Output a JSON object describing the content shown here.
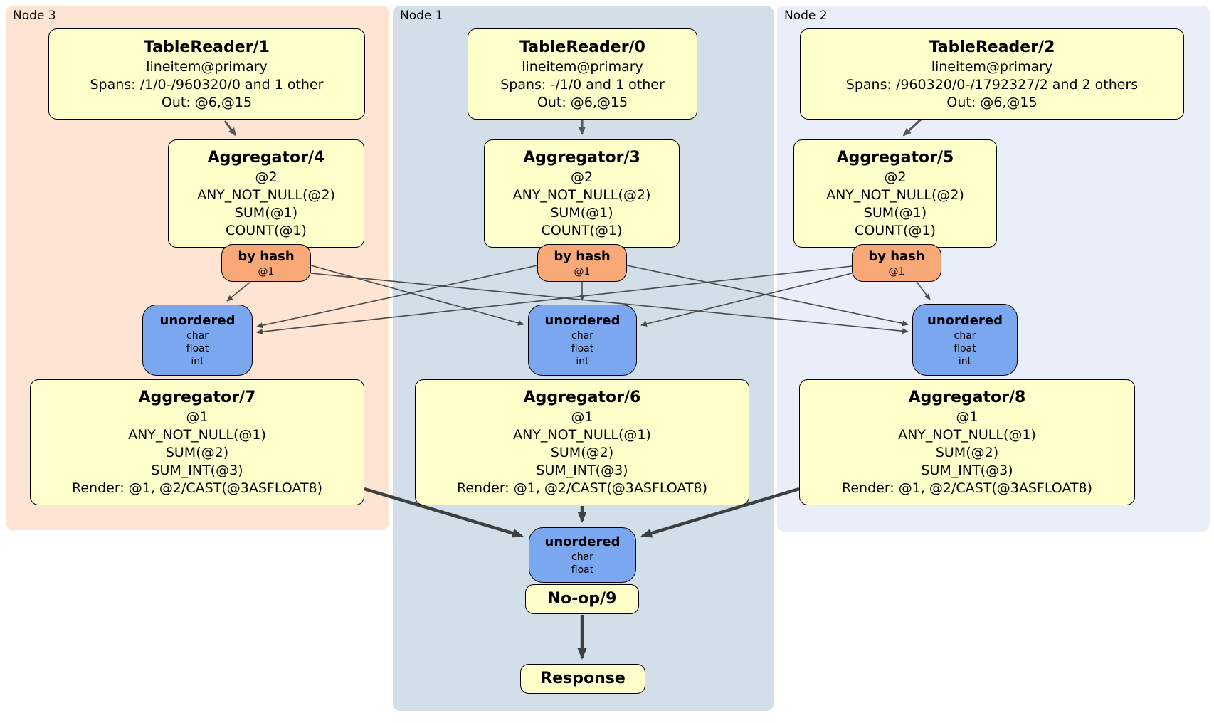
{
  "regions": {
    "node3": {
      "label": "Node 3"
    },
    "node1": {
      "label": "Node 1"
    },
    "node2": {
      "label": "Node 2"
    }
  },
  "colors": {
    "node3_bg": "#fde4d3",
    "node1_bg": "#d2dfe8",
    "node2_bg": "#e9eef8",
    "processor_bg": "#ffffcc",
    "router_bg": "#f9a878",
    "sync_bg": "#7ba7f0",
    "edge": "#4a4a4a"
  },
  "boxes": {
    "tr1": {
      "title": "TableReader/1",
      "lines": [
        "lineitem@primary",
        "Spans: /1/0-/960320/0 and 1 other",
        "Out: @6,@15"
      ]
    },
    "tr0": {
      "title": "TableReader/0",
      "lines": [
        "lineitem@primary",
        "Spans: -/1/0 and 1 other",
        "Out: @6,@15"
      ]
    },
    "tr2": {
      "title": "TableReader/2",
      "lines": [
        "lineitem@primary",
        "Spans: /960320/0-/1792327/2 and 2 others",
        "Out: @6,@15"
      ]
    },
    "agg4": {
      "title": "Aggregator/4",
      "lines": [
        "@2",
        "ANY_NOT_NULL(@2)",
        "SUM(@1)",
        "COUNT(@1)"
      ]
    },
    "agg3": {
      "title": "Aggregator/3",
      "lines": [
        "@2",
        "ANY_NOT_NULL(@2)",
        "SUM(@1)",
        "COUNT(@1)"
      ]
    },
    "agg5": {
      "title": "Aggregator/5",
      "lines": [
        "@2",
        "ANY_NOT_NULL(@2)",
        "SUM(@1)",
        "COUNT(@1)"
      ]
    },
    "bh4": {
      "title": "by hash",
      "lines": [
        "@1"
      ]
    },
    "bh3": {
      "title": "by hash",
      "lines": [
        "@1"
      ]
    },
    "bh5": {
      "title": "by hash",
      "lines": [
        "@1"
      ]
    },
    "un7": {
      "title": "unordered",
      "lines": [
        "char",
        "float",
        "int"
      ]
    },
    "un6": {
      "title": "unordered",
      "lines": [
        "char",
        "float",
        "int"
      ]
    },
    "un8": {
      "title": "unordered",
      "lines": [
        "char",
        "float",
        "int"
      ]
    },
    "agg7": {
      "title": "Aggregator/7",
      "lines": [
        "@1",
        "ANY_NOT_NULL(@1)",
        "SUM(@2)",
        "SUM_INT(@3)",
        "Render: @1, @2/CAST(@3ASFLOAT8)"
      ]
    },
    "agg6": {
      "title": "Aggregator/6",
      "lines": [
        "@1",
        "ANY_NOT_NULL(@1)",
        "SUM(@2)",
        "SUM_INT(@3)",
        "Render: @1, @2/CAST(@3ASFLOAT8)"
      ]
    },
    "agg8": {
      "title": "Aggregator/8",
      "lines": [
        "@1",
        "ANY_NOT_NULL(@1)",
        "SUM(@2)",
        "SUM_INT(@3)",
        "Render: @1, @2/CAST(@3ASFLOAT8)"
      ]
    },
    "unf": {
      "title": "unordered",
      "lines": [
        "char",
        "float"
      ]
    },
    "noop": {
      "title": "No-op/9"
    },
    "resp": {
      "title": "Response"
    }
  }
}
